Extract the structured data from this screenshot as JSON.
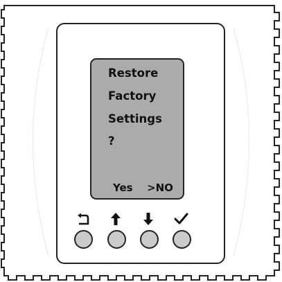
{
  "screen": {
    "lines": [
      "Restore",
      "Factory",
      "Settings",
      "?"
    ],
    "option_yes": "Yes",
    "option_no": ">NO"
  },
  "buttons": [
    {
      "icon": "back-icon"
    },
    {
      "icon": "arrow-up-icon"
    },
    {
      "icon": "arrow-down-icon"
    },
    {
      "icon": "checkmark-icon"
    }
  ],
  "colors": {
    "screen_bg": "#ababab",
    "button_fill": "#cbcbcb",
    "outline": "#222222"
  }
}
